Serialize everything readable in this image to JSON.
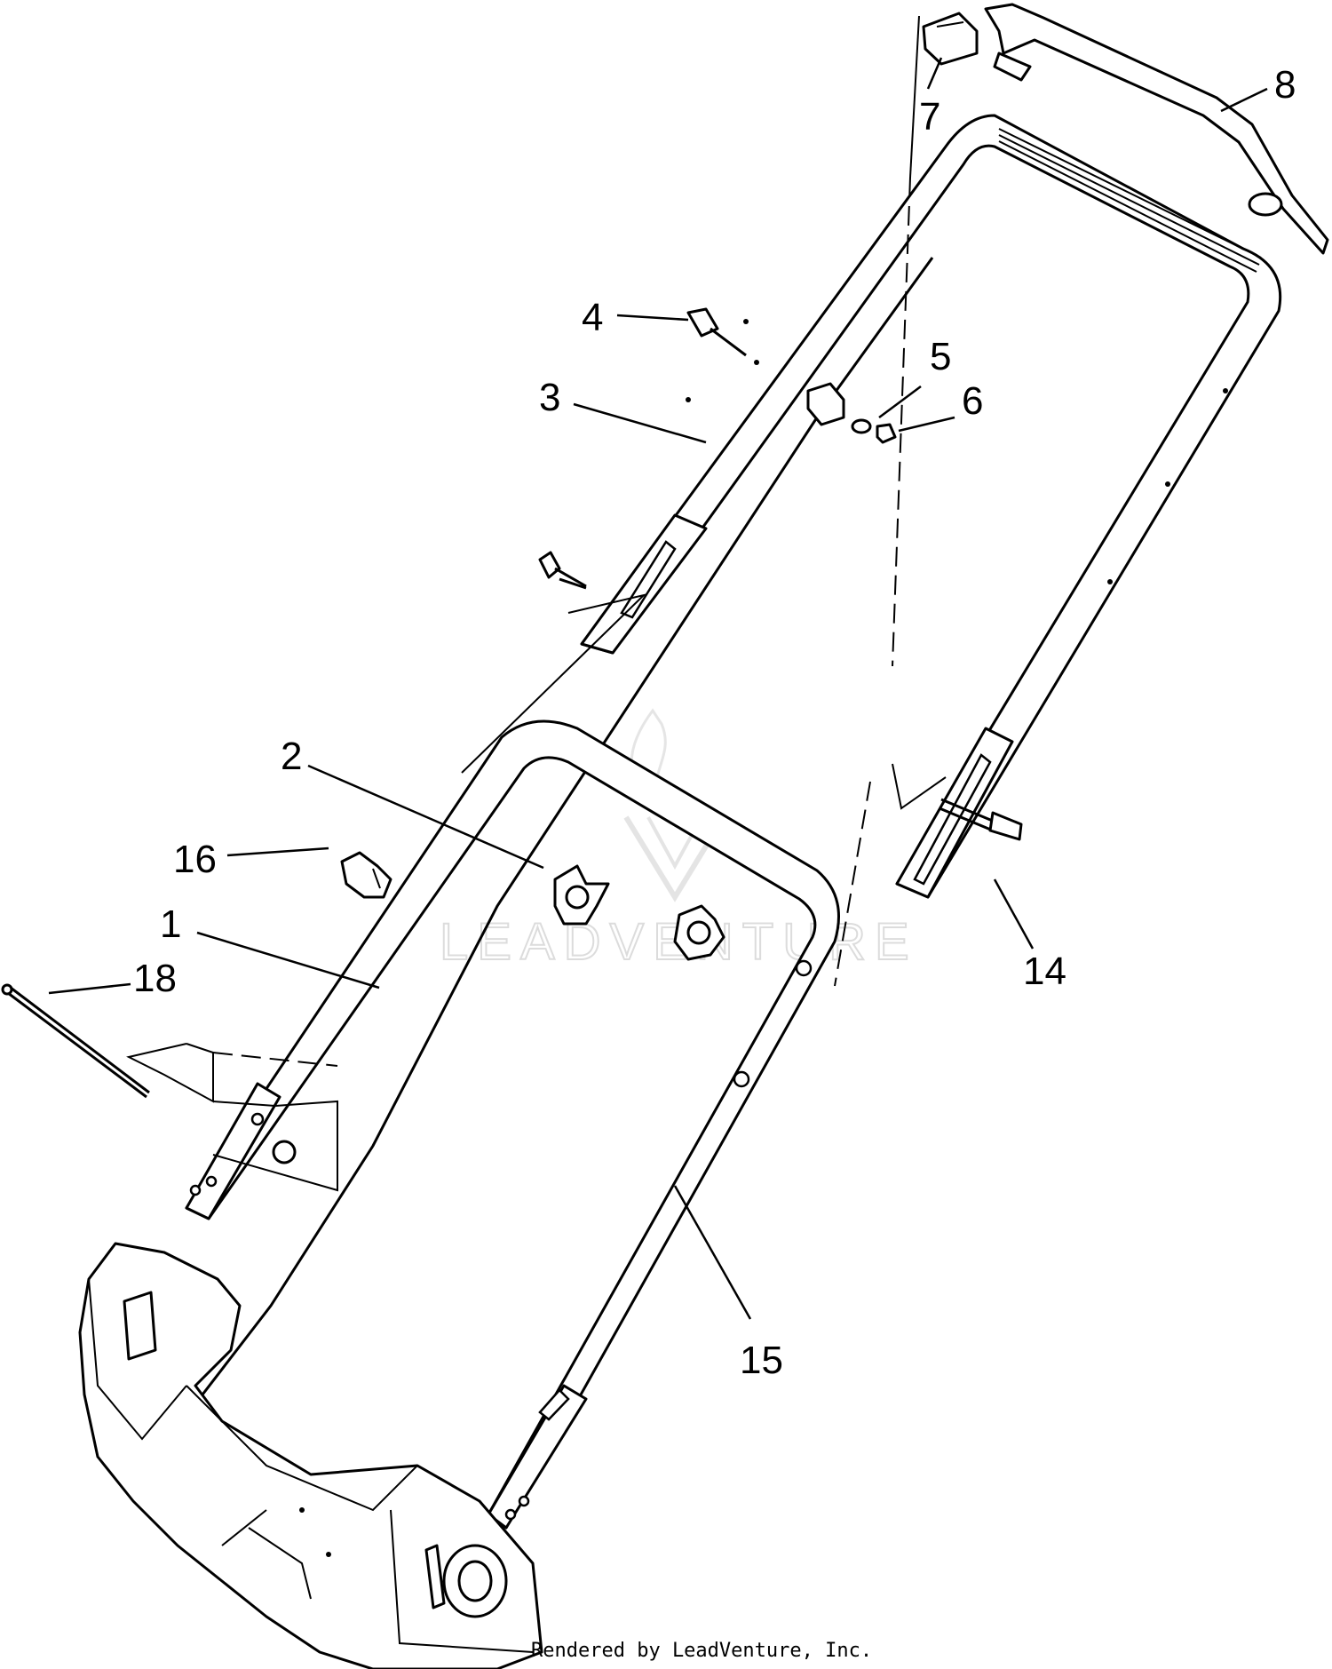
{
  "callouts": [
    {
      "id": "c1",
      "label": "1"
    },
    {
      "id": "c2",
      "label": "2"
    },
    {
      "id": "c3",
      "label": "3"
    },
    {
      "id": "c4",
      "label": "4"
    },
    {
      "id": "c5",
      "label": "5"
    },
    {
      "id": "c6",
      "label": "6"
    },
    {
      "id": "c7",
      "label": "7"
    },
    {
      "id": "c8",
      "label": "8"
    },
    {
      "id": "c14",
      "label": "14"
    },
    {
      "id": "c15",
      "label": "15"
    },
    {
      "id": "c16",
      "label": "16"
    },
    {
      "id": "c18",
      "label": "18"
    }
  ],
  "watermark": "LEADVENTURE",
  "footer": "Rendered by LeadVenture, Inc."
}
